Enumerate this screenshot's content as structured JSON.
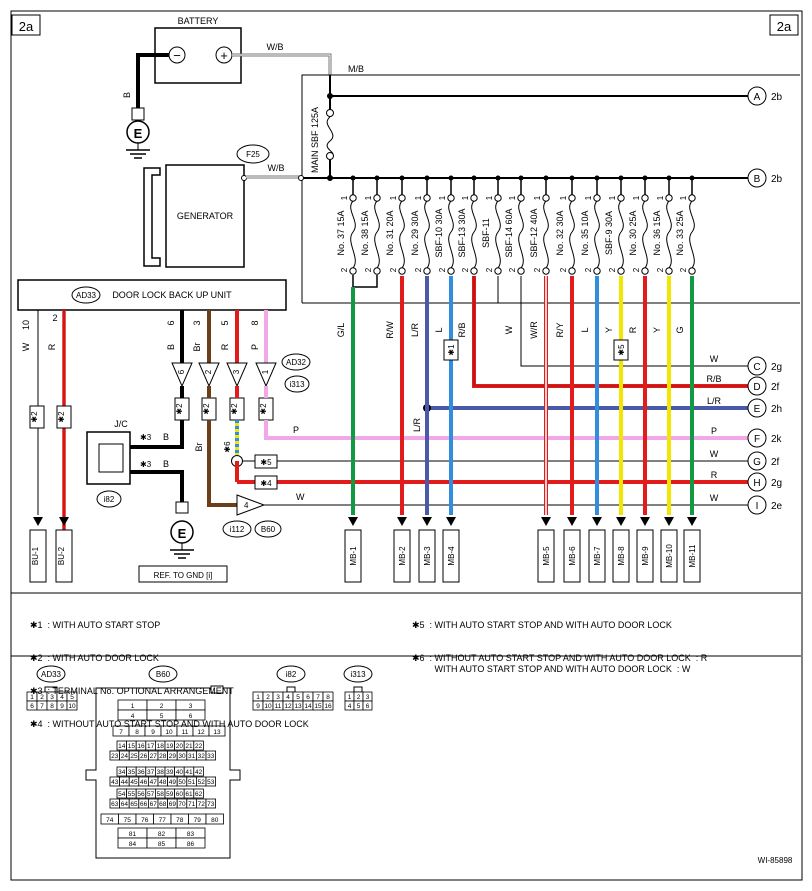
{
  "page_labels": {
    "left": "2a",
    "right": "2a",
    "figure_id": "WI-85898"
  },
  "battery": {
    "label": "BATTERY",
    "minus": "−",
    "plus": "+",
    "wire_out": "W/B",
    "wire_gnd": "B",
    "ground": "E"
  },
  "main_fuse": {
    "label": "MAIN SBF 125A",
    "wire_in": "M/B"
  },
  "generator": {
    "label": "GENERATOR",
    "connector": "F25",
    "wire": "W/B"
  },
  "door_unit": {
    "label": "DOOR LOCK BACK UP UNIT",
    "connector": "AD33"
  },
  "fuses": [
    {
      "label": "No. 37 15A",
      "pin_top": "1",
      "pin_bottom": "2"
    },
    {
      "label": "No. 38 15A",
      "pin_top": "1",
      "pin_bottom": "2"
    },
    {
      "label": "No. 31 20A",
      "pin_top": "1",
      "pin_bottom": "2"
    },
    {
      "label": "No. 29 30A",
      "pin_top": "1",
      "pin_bottom": "2"
    },
    {
      "label": "SBF-10 30A",
      "pin_top": "1",
      "pin_bottom": "2"
    },
    {
      "label": "SBF-13 30A",
      "pin_top": "1",
      "pin_bottom": "2"
    },
    {
      "label": "SBF-11",
      "pin_top": "1",
      "pin_bottom": "2"
    },
    {
      "label": "SBF-14 60A",
      "pin_top": "1",
      "pin_bottom": "2"
    },
    {
      "label": "SBF-12 40A",
      "pin_top": "1",
      "pin_bottom": "2"
    },
    {
      "label": "No. 32 30A",
      "pin_top": "1",
      "pin_bottom": "2"
    },
    {
      "label": "No. 35 10A",
      "pin_top": "1",
      "pin_bottom": "2"
    },
    {
      "label": "SBF-9 30A",
      "pin_top": "1",
      "pin_bottom": "2"
    },
    {
      "label": "No. 30 25A",
      "pin_top": "1",
      "pin_bottom": "2"
    },
    {
      "label": "No. 36 15A",
      "pin_top": "1",
      "pin_bottom": "2"
    },
    {
      "label": "No. 33 25A",
      "pin_top": "1",
      "pin_bottom": "2"
    }
  ],
  "mb_wires": [
    {
      "color_code": "G/L",
      "connector": "MB-1",
      "stroke": "#119944"
    },
    {
      "color_code": "R/W",
      "connector": "MB-2",
      "stroke": "#e21b1b"
    },
    {
      "color_code": "L/R",
      "connector": "MB-3",
      "stroke": "#4a5aa8"
    },
    {
      "color_code": "L",
      "connector": "MB-4",
      "stroke": "#2f8fde",
      "note": "✱1"
    },
    {
      "color_code": "W/R",
      "connector": "MB-5",
      "stroke": "#e21b1b"
    },
    {
      "color_code": "R/Y",
      "connector": "MB-6",
      "stroke": "#e21b1b"
    },
    {
      "color_code": "L",
      "connector": "MB-7",
      "stroke": "#2f8fde"
    },
    {
      "color_code": "Y",
      "connector": "MB-8",
      "stroke": "#f2e600",
      "note": "✱5"
    },
    {
      "color_code": "R",
      "connector": "MB-9",
      "stroke": "#e21b1b"
    },
    {
      "color_code": "Y",
      "connector": "MB-10",
      "stroke": "#f2e600"
    },
    {
      "color_code": "G",
      "connector": "MB-11",
      "stroke": "#119944"
    }
  ],
  "other_wires": {
    "rb": "R/B",
    "w": "W",
    "lr": "L/R",
    "w_mid": "W"
  },
  "outputs": [
    {
      "letter": "A",
      "page": "2b"
    },
    {
      "letter": "B",
      "page": "2b"
    },
    {
      "letter": "C",
      "page": "2g",
      "wire": "W"
    },
    {
      "letter": "D",
      "page": "2f",
      "wire": "R/B"
    },
    {
      "letter": "E",
      "page": "2h",
      "wire": "L/R"
    },
    {
      "letter": "F",
      "page": "2k",
      "wire": "P"
    },
    {
      "letter": "G",
      "page": "2f",
      "wire": "W"
    },
    {
      "letter": "H",
      "page": "2g",
      "wire": "R"
    },
    {
      "letter": "I",
      "page": "2e",
      "wire": "W"
    }
  ],
  "door_pins": [
    {
      "pin": "10",
      "wire": "W"
    },
    {
      "pin": "2",
      "wire": "R"
    },
    {
      "pin": "6",
      "wire": "B"
    },
    {
      "pin": "3",
      "wire": "Br"
    },
    {
      "pin": "5",
      "wire": "R"
    },
    {
      "pin": "8",
      "wire": "P"
    }
  ],
  "ad32": {
    "label": "AD32",
    "alt": "i313",
    "pins": [
      "6",
      "2",
      "3",
      "1"
    ]
  },
  "jc": {
    "label": "J/C",
    "connector": "i82",
    "pin_note": "✱3",
    "wire": "B"
  },
  "ground2": {
    "label": "E",
    "ref": "REF. TO GND [i]"
  },
  "notes_star": {
    "two": "✱2",
    "five": "✱5",
    "four": "✱4",
    "six": "✱6"
  },
  "junction": {
    "pin": "4",
    "label_a": "i112",
    "label_b": "B60",
    "wire_br": "Br",
    "wire_lr": "L/R",
    "wire_p": "P"
  },
  "bu": [
    "BU-1",
    "BU-2"
  ],
  "legend": [
    "✱1  : WITH AUTO START STOP",
    "✱2  : WITH AUTO DOOR LOCK",
    "✱3  : TERMINAL No. OPTIONAL ARRANGEMENT",
    "✱4  : WITHOUT AUTO START STOP AND WITH AUTO DOOR LOCK",
    "✱5  : WITH AUTO START STOP AND WITH AUTO DOOR LOCK",
    "✱6  : WITHOUT AUTO START STOP AND WITH AUTO DOOR LOCK  : R\n         WITH AUTO START STOP AND WITH AUTO DOOR LOCK  : W"
  ],
  "connectors": {
    "ad33": {
      "label": "AD33",
      "row1": [
        "1",
        "2",
        "3",
        "4",
        "5"
      ],
      "row2": [
        "6",
        "7",
        "8",
        "9",
        "10"
      ]
    },
    "b60": {
      "label": "B60",
      "rows": [
        [
          "1",
          "2",
          "3"
        ],
        [
          "4",
          "5",
          "6"
        ],
        [
          "7",
          "8",
          "9",
          "10",
          "11",
          "12",
          "13"
        ],
        [
          "14",
          "15",
          "16",
          "17",
          "18",
          "19",
          "20",
          "21",
          "22"
        ],
        [
          "23",
          "24",
          "25",
          "26",
          "27",
          "28",
          "29",
          "30",
          "31",
          "32",
          "33"
        ],
        [
          "34",
          "35",
          "36",
          "37",
          "38",
          "39",
          "40",
          "41",
          "42"
        ],
        [
          "43",
          "44",
          "45",
          "46",
          "47",
          "48",
          "49",
          "50",
          "51",
          "52",
          "53"
        ],
        [
          "54",
          "55",
          "56",
          "57",
          "58",
          "59",
          "60",
          "61",
          "62"
        ],
        [
          "63",
          "64",
          "65",
          "66",
          "67",
          "68",
          "69",
          "70",
          "71",
          "72",
          "73"
        ],
        [
          "74",
          "75",
          "76",
          "77",
          "78",
          "79",
          "80"
        ],
        [
          "81",
          "82",
          "83"
        ],
        [
          "84",
          "85",
          "86"
        ]
      ]
    },
    "i82": {
      "label": "i82",
      "row1": [
        "1",
        "2",
        "3",
        "4",
        "5",
        "6",
        "7",
        "8"
      ],
      "row2": [
        "9",
        "10",
        "11",
        "12",
        "13",
        "14",
        "15",
        "16"
      ]
    },
    "i313": {
      "label": "i313",
      "row1": [
        "1",
        "2",
        "3"
      ],
      "row2": [
        "4",
        "5",
        "6"
      ]
    }
  }
}
